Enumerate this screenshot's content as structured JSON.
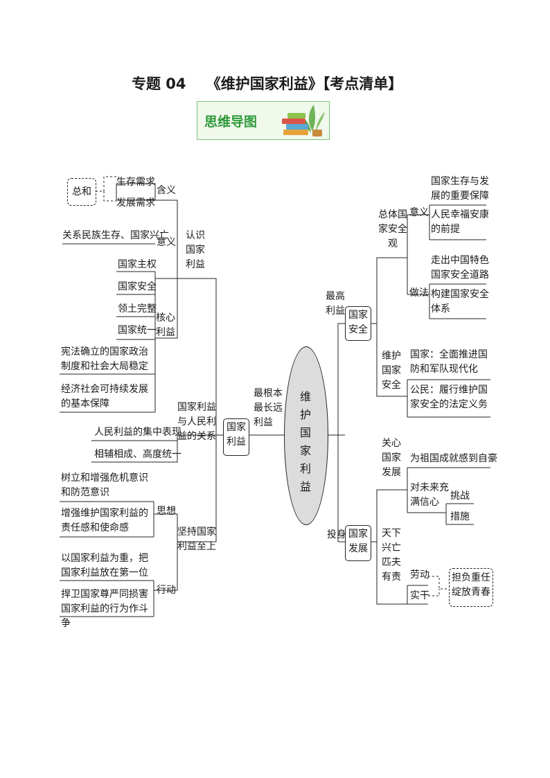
{
  "header": {
    "title": "专题 04    《维护国家利益》【考点清单】",
    "badge_label": "思维导图"
  },
  "center_node": "维护国家利益",
  "left": {
    "branch1": {
      "label": "认识国家利益",
      "hanyi": {
        "label": "含义",
        "items": [
          "生存需求",
          "发展需求"
        ],
        "summary": "总和"
      },
      "yiyi": {
        "label": "意义",
        "text": "关系民族生存、国家兴亡"
      },
      "hexin": {
        "label": "核心利益",
        "items": [
          "国家主权",
          "国家安全",
          "领土完整",
          "国家统一",
          "宪法确立的国家政治制度和社会大局稳定",
          "经济社会可持续发展的基本保障"
        ]
      }
    },
    "branch2": {
      "node": "国家利益",
      "connector": "最根本最长远利益",
      "relation": {
        "label": "国家利益与人民利益的关系",
        "items": [
          "人民利益的集中表现",
          "相辅相成、高度统一"
        ]
      }
    },
    "branch3": {
      "label": "坚持国家利益至上",
      "sixiang": {
        "label": "思想",
        "items": [
          "树立和增强危机意识和防范意识",
          "增强维护国家利益的责任感和使命感"
        ]
      },
      "xingdong": {
        "label": "行动",
        "items": [
          "以国家利益为重，把国家利益放在第一位",
          "捍卫国家尊严同损害国家利益的行为作斗争"
        ]
      }
    }
  },
  "right": {
    "security": {
      "connector": "最高利益",
      "node": "国家安全",
      "overall": {
        "label": "总体国家安全观",
        "yiyi": {
          "label": "意义",
          "items": [
            "国家生存与发展的重要保障",
            "人民幸福安康的前提"
          ]
        },
        "zuofa": {
          "label": "做法",
          "items": [
            "走出中国特色国家安全道路",
            "构建国家安全体系"
          ]
        }
      },
      "maintain": {
        "label": "维护国家安全",
        "items": [
          "国家：全面推进国防和军队现代化",
          "公民：履行维护国家安全的法定义务"
        ]
      }
    },
    "development": {
      "connector": "投身",
      "node": "国家发展",
      "care": {
        "label": "关心国家发展",
        "items": [
          "为祖国成就感到自豪",
          "对未来充满信心"
        ],
        "sub": [
          "挑战",
          "措施"
        ]
      },
      "duty": {
        "label": "天下兴亡匹夫有责",
        "items": [
          "劳动",
          "实干"
        ],
        "summary": "担负重任绽放青春"
      }
    }
  }
}
